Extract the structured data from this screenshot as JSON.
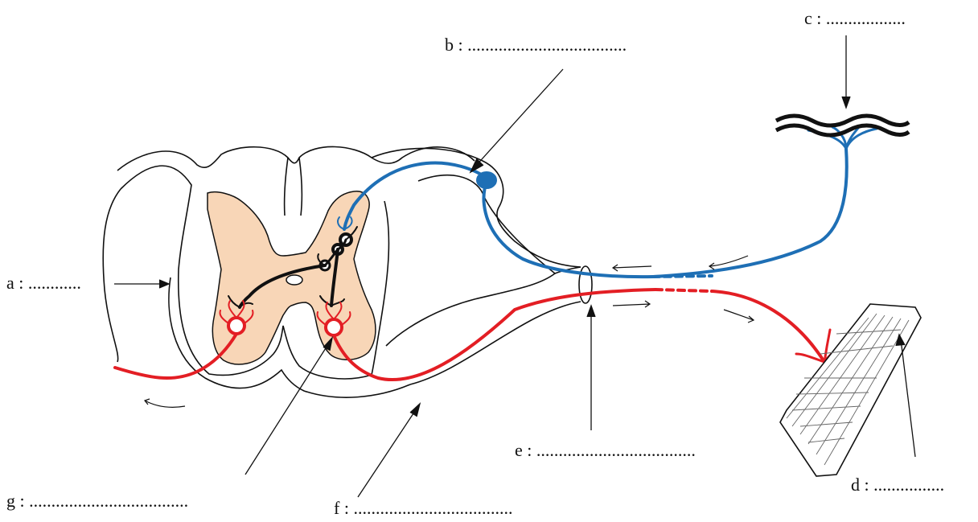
{
  "labels": {
    "a": "a : ............",
    "b": "b : ....................................",
    "c": "c : ..................",
    "d": "d : ................",
    "e": "e : ....................................",
    "f": "f : ....................................",
    "g": "g : ...................................."
  },
  "colors": {
    "sensory_neuron": "#1e6fb5",
    "motor_neuron": "#e31e24",
    "interneuron": "#111111",
    "gray_matter": "#f8d6b7",
    "outline": "#111111"
  }
}
